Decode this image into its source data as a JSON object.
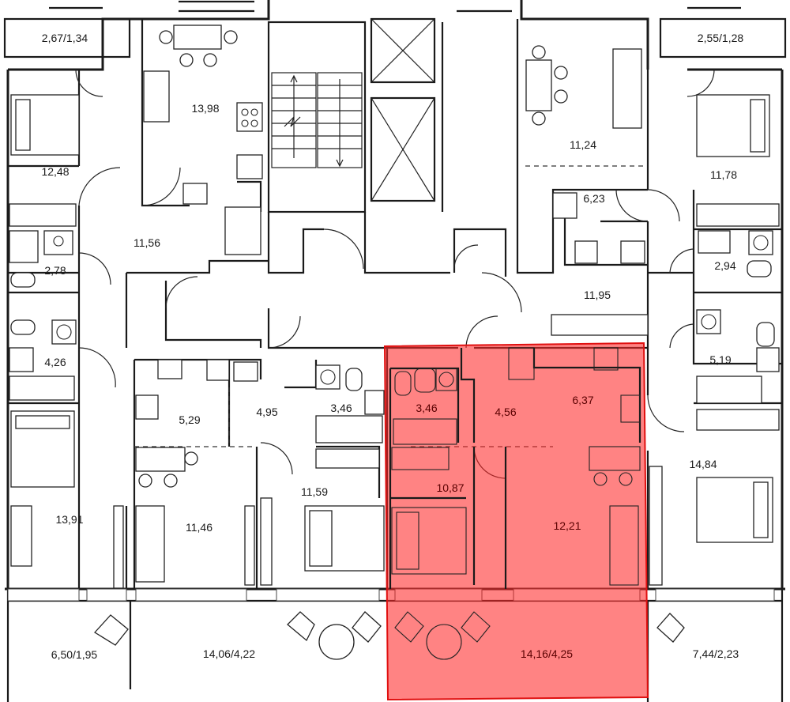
{
  "title": "Floor plan",
  "highlight": {
    "color": "#ff2a2a",
    "apartment": "selected-apartment"
  },
  "rooms": [
    {
      "id": "balcony-nw",
      "label": "2,67/1,34"
    },
    {
      "id": "balcony-ne",
      "label": "2,55/1,28"
    },
    {
      "id": "kitchen-nw",
      "label": "13,98"
    },
    {
      "id": "bedroom-nw",
      "label": "12,48"
    },
    {
      "id": "hall-nw",
      "label": "11,56"
    },
    {
      "id": "bath-nw",
      "label": "2,78"
    },
    {
      "id": "bath-w",
      "label": "4,26"
    },
    {
      "id": "bedroom-w",
      "label": "13,91"
    },
    {
      "id": "kitchen-w",
      "label": "5,29"
    },
    {
      "id": "hall-w",
      "label": "4,95"
    },
    {
      "id": "bath-c",
      "label": "3,46"
    },
    {
      "id": "living-w",
      "label": "11,46"
    },
    {
      "id": "bedroom-c",
      "label": "11,59"
    },
    {
      "id": "balcony-sw",
      "label": "6,50/1,95"
    },
    {
      "id": "balcony-sc",
      "label": "14,06/4,22"
    },
    {
      "id": "sel-bath",
      "label": "3,46"
    },
    {
      "id": "sel-hall",
      "label": "4,56"
    },
    {
      "id": "sel-kitchen",
      "label": "6,37"
    },
    {
      "id": "sel-bedroom",
      "label": "10,87"
    },
    {
      "id": "sel-living",
      "label": "12,21"
    },
    {
      "id": "sel-balcony",
      "label": "14,16/4,25"
    },
    {
      "id": "kitchen-ne",
      "label": "11,24"
    },
    {
      "id": "hall-ne-small",
      "label": "6,23"
    },
    {
      "id": "bedroom-ne",
      "label": "11,78"
    },
    {
      "id": "bath-ne",
      "label": "2,94"
    },
    {
      "id": "hall-ne",
      "label": "11,95"
    },
    {
      "id": "bath-e",
      "label": "5,19"
    },
    {
      "id": "bedroom-e",
      "label": "14,84"
    },
    {
      "id": "balcony-se",
      "label": "7,44/2,23"
    }
  ]
}
